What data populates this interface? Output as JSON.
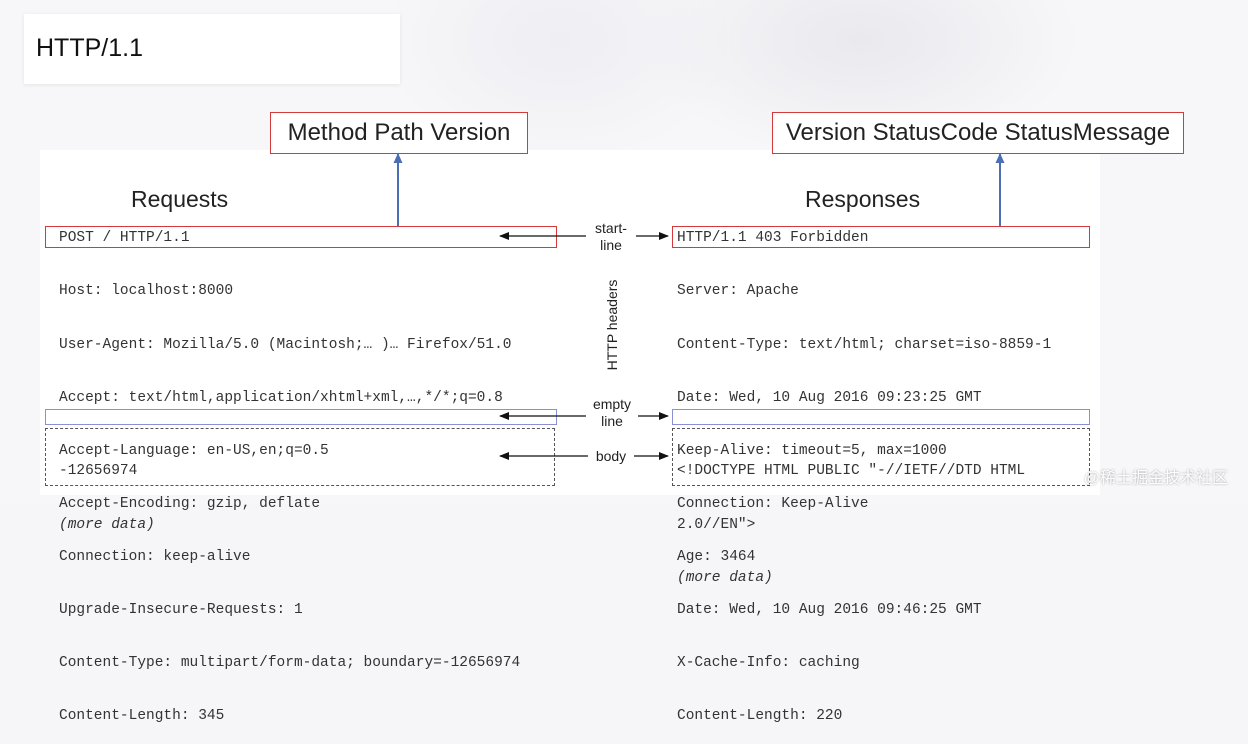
{
  "title": "HTTP/1.1",
  "request": {
    "heading": "Requests",
    "annotation": "Method Path Version",
    "start_line": "POST / HTTP/1.1",
    "headers": [
      "Host: localhost:8000",
      "User-Agent: Mozilla/5.0 (Macintosh;… )… Firefox/51.0",
      "Accept: text/html,application/xhtml+xml,…,*/*;q=0.8",
      "Accept-Language: en-US,en;q=0.5",
      "Accept-Encoding: gzip, deflate",
      "Connection: keep-alive",
      "Upgrade-Insecure-Requests: 1",
      "Content-Type: multipart/form-data; boundary=-12656974",
      "Content-Length: 345"
    ],
    "body": [
      "-12656974",
      "(more data)"
    ]
  },
  "response": {
    "heading": "Responses",
    "annotation": "Version StatusCode StatusMessage",
    "start_line": "HTTP/1.1 403 Forbidden",
    "headers": [
      "Server: Apache",
      "Content-Type: text/html; charset=iso-8859-1",
      "Date: Wed, 10 Aug 2016 09:23:25 GMT",
      "Keep-Alive: timeout=5, max=1000",
      "Connection: Keep-Alive",
      "Age: 3464",
      "Date: Wed, 10 Aug 2016 09:46:25 GMT",
      "X-Cache-Info: caching",
      "Content-Length: 220"
    ],
    "body": [
      "<!DOCTYPE HTML PUBLIC \"-//IETF//DTD HTML",
      "2.0//EN\">",
      "(more data)"
    ]
  },
  "middle_labels": {
    "start_line": [
      "start-",
      "line"
    ],
    "headers": "HTTP headers",
    "empty_line": [
      "empty",
      "line"
    ],
    "body": "body"
  },
  "watermark": "@稀土掘金技术社区",
  "colors": {
    "annotation_border": "#d4393b",
    "arrow_up": "#4a6fb5",
    "empty_line_border": "#8a8fd6"
  }
}
